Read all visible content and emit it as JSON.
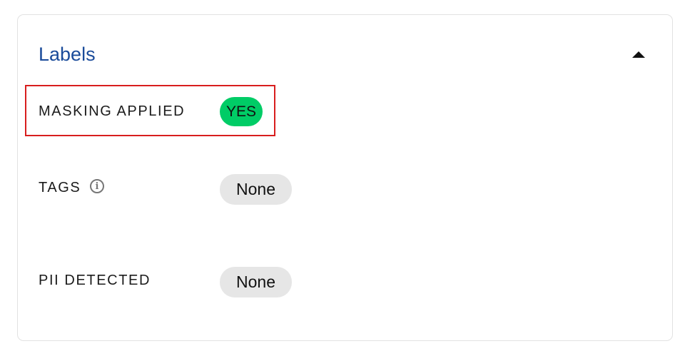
{
  "panel": {
    "title": "Labels",
    "collapse_icon": "triangle-up-icon",
    "rows": [
      {
        "label": "MASKING APPLIED",
        "value": "YES",
        "value_color": "#00cc66",
        "highlighted": true
      },
      {
        "label": "TAGS",
        "info_icon": "info-circle-icon",
        "info_glyph": "i",
        "value": "None"
      },
      {
        "label": "PII DETECTED",
        "value": "None"
      }
    ]
  },
  "colors": {
    "title": "#1a4b9a",
    "yes_badge": "#00cc66",
    "none_badge": "#e6e6e6",
    "highlight_border": "#d81e1e"
  }
}
